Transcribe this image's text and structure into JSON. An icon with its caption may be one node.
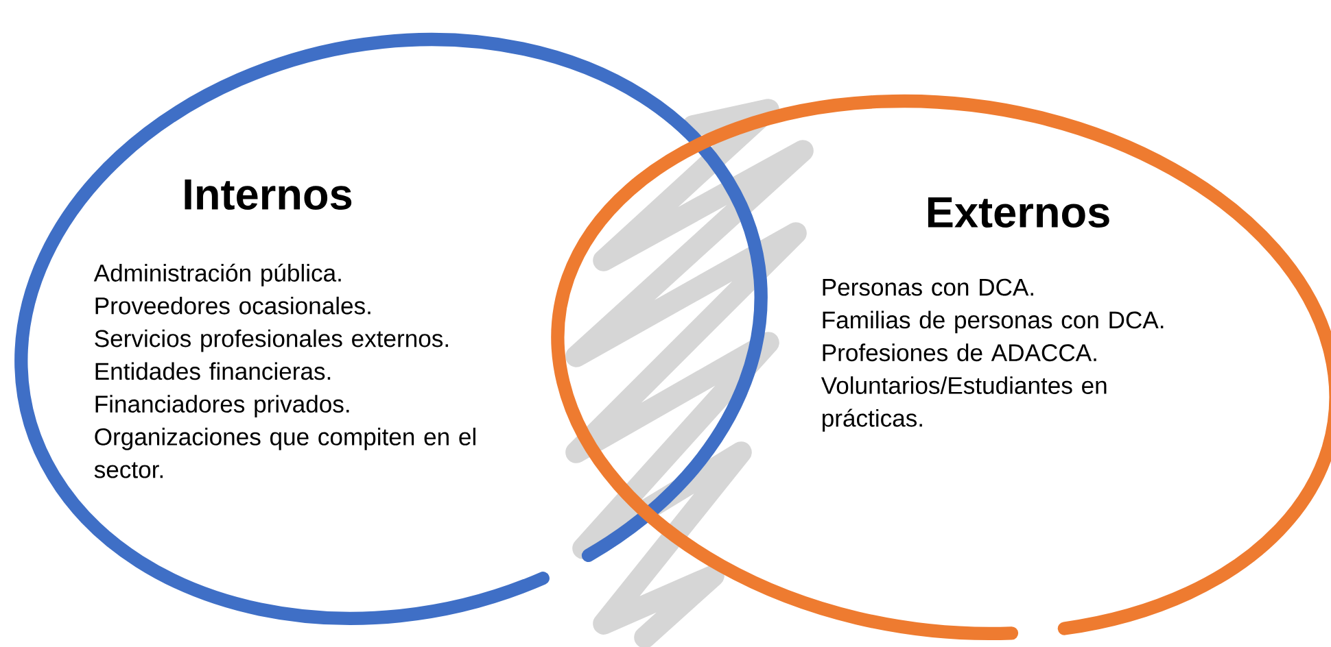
{
  "diagram": {
    "nodes": [
      {
        "text": [
          "Internos",
          "Administración pública.",
          "Proveedores ocasionales.",
          "Servicios profesionales externos.",
          "Entidades financieras.",
          "Financiadores privados.",
          "Organizaciones que compiten en el sector."
        ]
      },
      {
        "text": [
          "Externos",
          "Personas con DCA.",
          "Familias de personas con DCA.",
          "Profesiones de ADACCA.",
          "Voluntarios/Estudiantes en prácticas."
        ]
      }
    ]
  }
}
